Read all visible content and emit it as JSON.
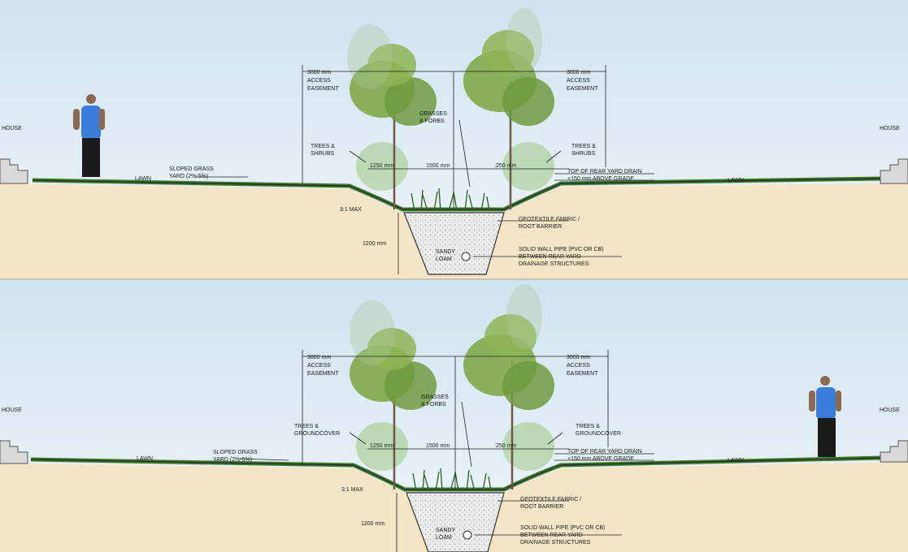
{
  "colors": {
    "sky_top": "#cfe3f0",
    "sky_bottom": "#eef5f8",
    "soil": "#f3e5c6",
    "grass": "#3f7a2f",
    "trench": "#e8e8e8",
    "person_shirt": "#3b7dd8",
    "tree_canopy": "#7fa84a",
    "steps": "#d9d9d9"
  },
  "section_top": {
    "house_left": "HOUSE",
    "house_right": "HOUSE",
    "lawn_left": "LAWN",
    "lawn_right": "LAWN",
    "sloped_grass": [
      "SLOPED GRASS",
      "YARD (2%-5%)"
    ],
    "easement_left": [
      "3000 mm",
      "ACCESS",
      "EASEMENT"
    ],
    "easement_right": [
      "3000 mm",
      "ACCESS",
      "EASEMENT"
    ],
    "grasses_forbs": [
      "GRASSES",
      "& FORBS"
    ],
    "trees_shrubs_left": [
      "TREES &",
      "SHRUBS"
    ],
    "trees_shrubs_right": [
      "TREES &",
      "SHRUBS"
    ],
    "dim_a": "1250 mm",
    "dim_b": "1500 mm",
    "dim_c": "250 mm",
    "top_of_drain": [
      "TOP OF REAR YARD DRAIN",
      "+150 mm ABOVE GRADE"
    ],
    "slope_ratio": "3:1 MAX",
    "depth": "1200 mm",
    "sandy_loam": [
      "SANDY",
      "LOAM"
    ],
    "geotextile": [
      "GEOTEXTILE FABRIC /",
      "ROOT BARRIER"
    ],
    "pipe": [
      "SOLID WALL PIPE (PVC OR CB)",
      "BETWEEN REAR YARD",
      "DRAINAGE STRUCTURES"
    ]
  },
  "section_bottom": {
    "house_left": "HOUSE",
    "house_right": "HOUSE",
    "lawn_left": "LAWN",
    "lawn_right": "LAWN",
    "sloped_grass": [
      "SLOPED GRASS",
      "YARD (2%-5%)"
    ],
    "easement_left": [
      "3000 mm",
      "ACCESS",
      "EASEMENT"
    ],
    "easement_right": [
      "3000 mm",
      "ACCESS",
      "EASEMENT"
    ],
    "grasses_forbs": [
      "GRASSES",
      "& FORBS"
    ],
    "trees_left": [
      "TREES &",
      "GROUNDCOVER"
    ],
    "trees_right": [
      "TREES &",
      "GROUNDCOVER"
    ],
    "dim_a": "1250 mm",
    "dim_b": "1500 mm",
    "dim_c": "250 mm",
    "top_of_drain": [
      "TOP OF REAR YARD DRAIN",
      "+150 mm ABOVE GRADE"
    ],
    "slope_ratio": "3:1 MAX",
    "depth": "1200 mm",
    "sandy_loam": [
      "SANDY",
      "LOAM"
    ],
    "geotextile": [
      "GEOTEXTILE FABRIC /",
      "ROOT BARRIER"
    ],
    "pipe": [
      "SOLID WALL PIPE (PVC OR CB)",
      "BETWEEN REAR YARD",
      "DRAINAGE STRUCTURES"
    ]
  }
}
